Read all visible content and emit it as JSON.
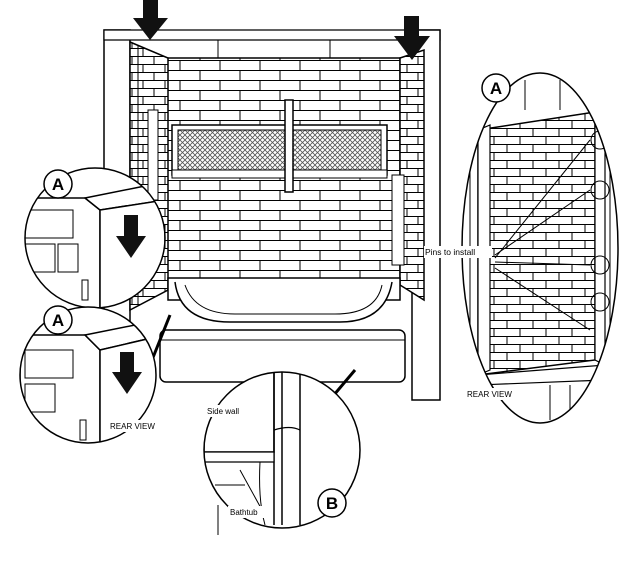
{
  "labels": {
    "callout_a_top_left": "A",
    "callout_a_bottom_left": "A",
    "callout_a_right": "A",
    "callout_b": "B",
    "rear_view_left": "REAR VIEW",
    "rear_view_right": "REAR VIEW",
    "pins_to_install": "Pins to install",
    "side_wall": "Side wall",
    "bathtub": "Bathtub"
  },
  "icons": {
    "install_arrow": "down-arrow-icon"
  },
  "colors": {
    "line": "#000000",
    "background": "#ffffff",
    "tile": "#ffffff",
    "niche_mesh": "#555555"
  }
}
